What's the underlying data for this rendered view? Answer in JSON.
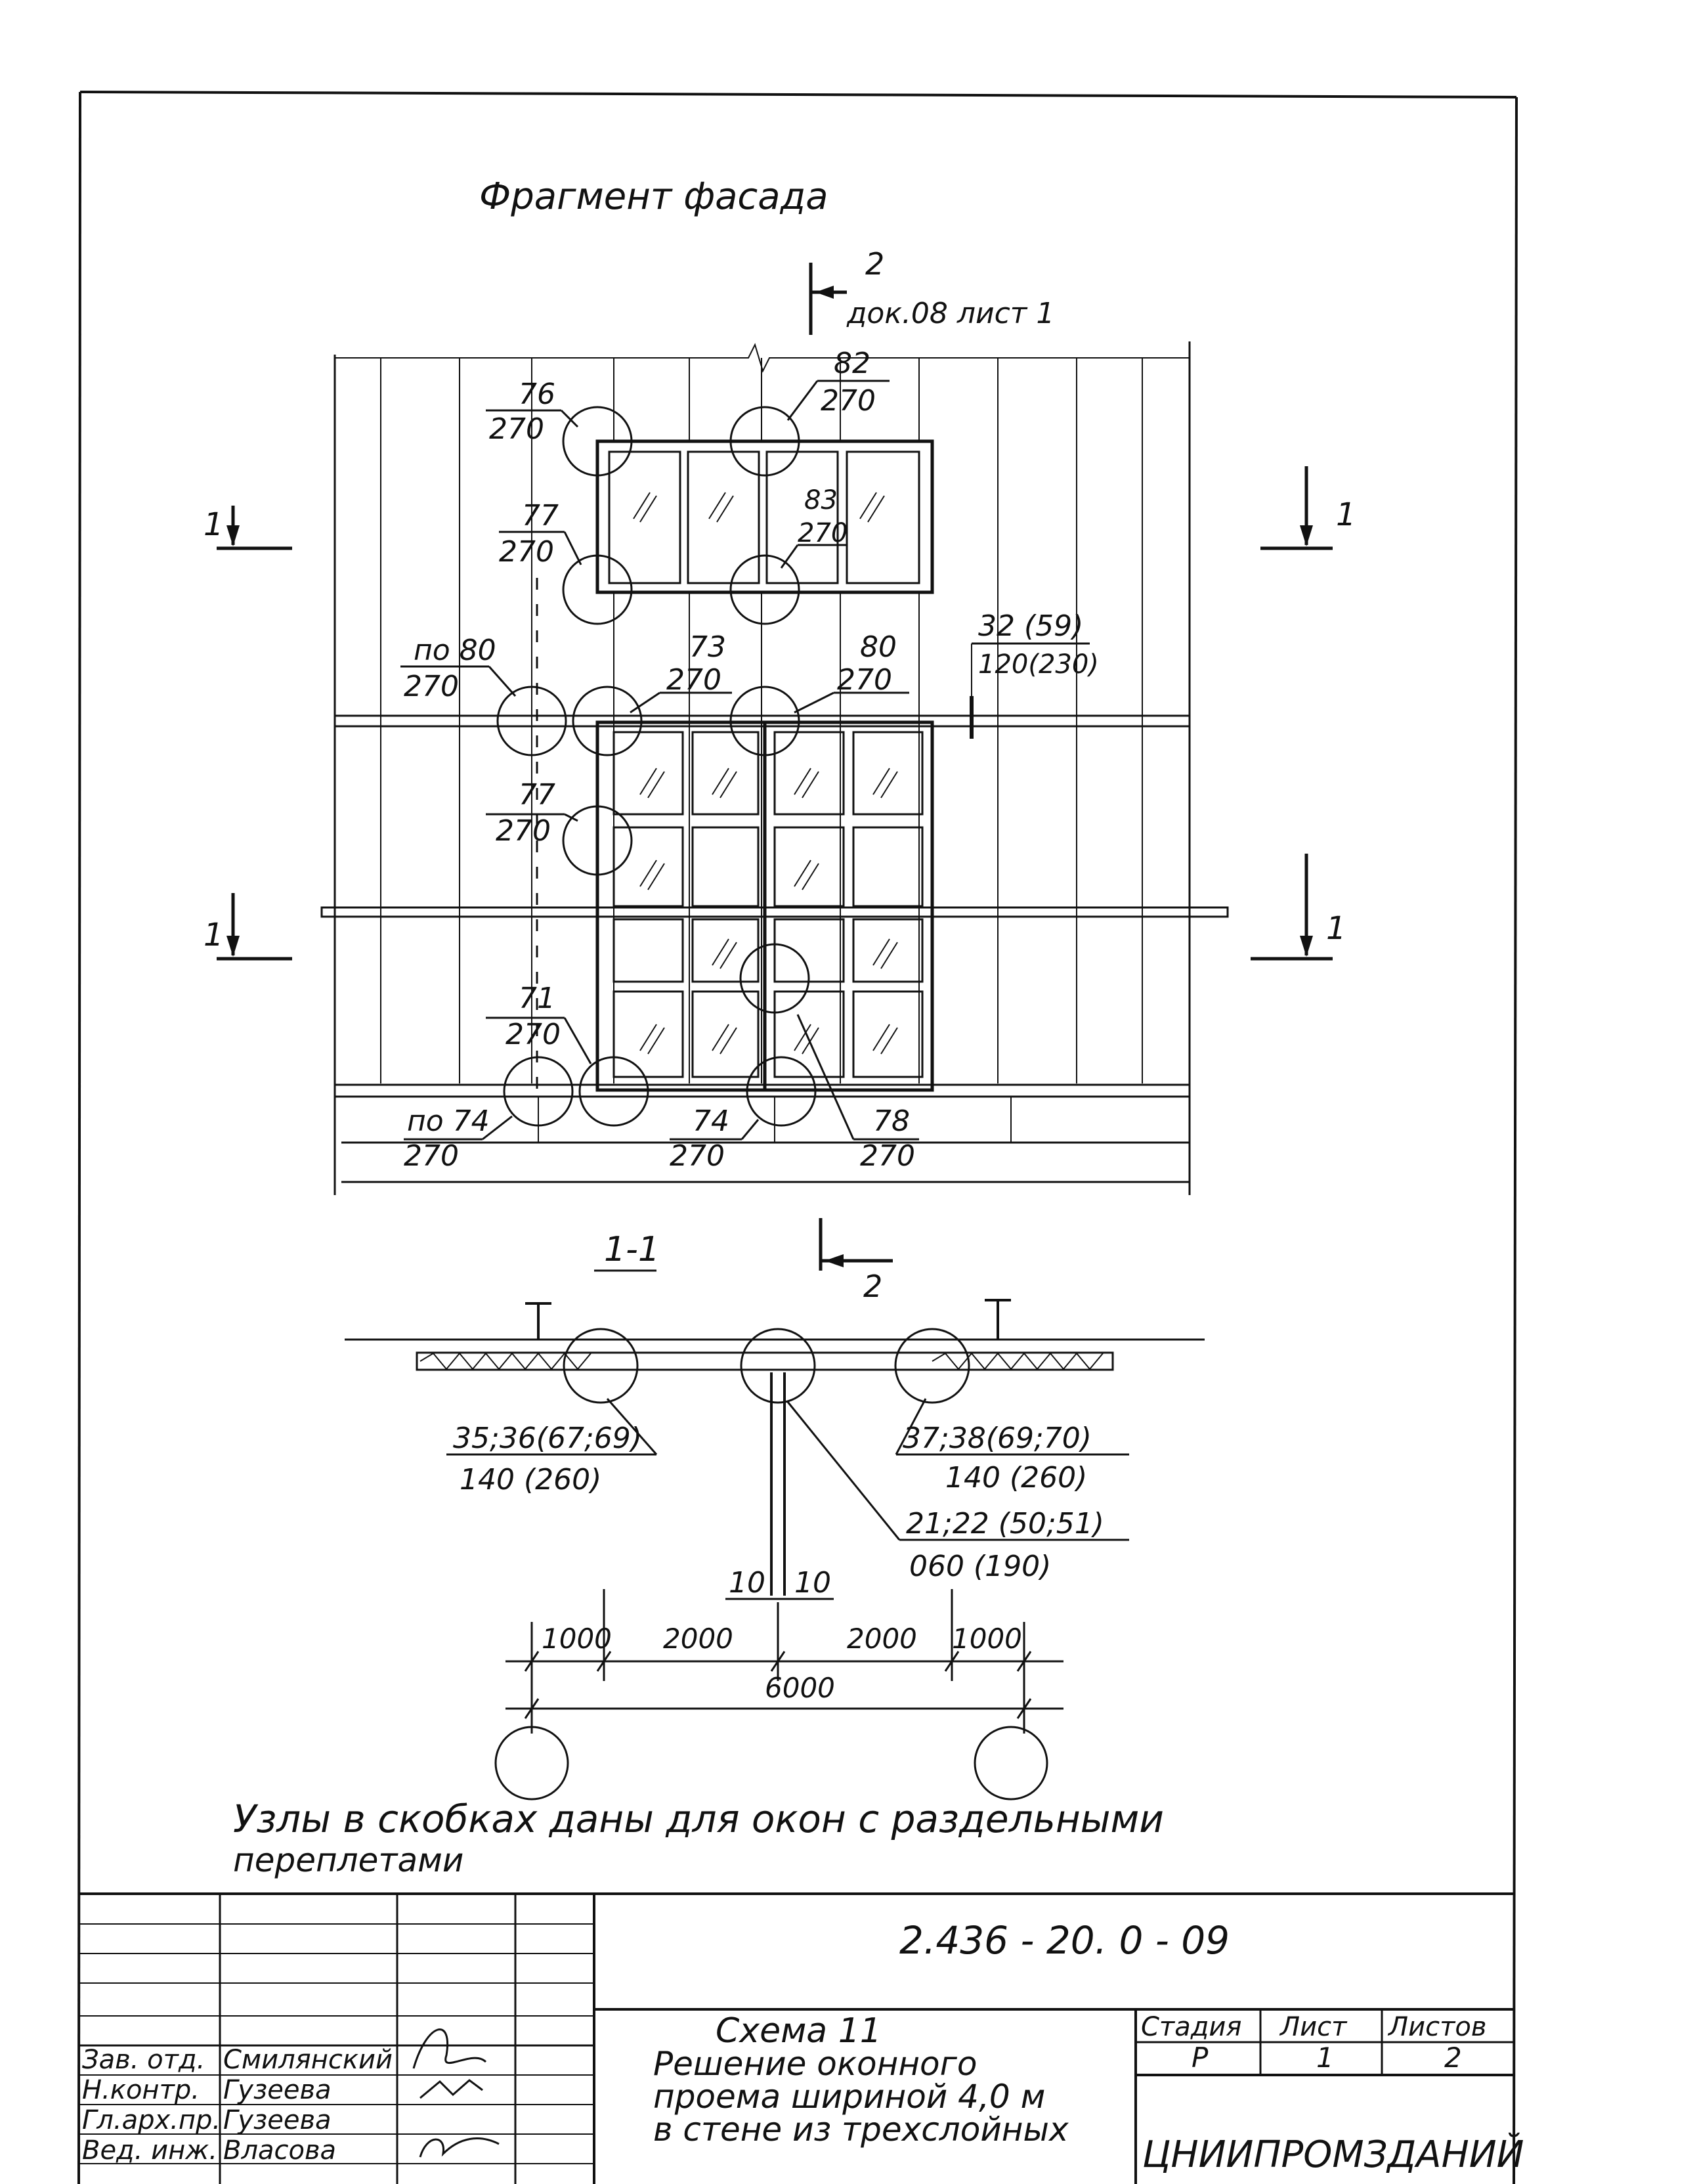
{
  "facade": {
    "title": "Фрагмент фасада",
    "section_ref_top": "2",
    "section_ref_note": "док.08 лист 1"
  },
  "section_marks": {
    "upper_left": "1",
    "upper_right": "1",
    "lower_left": "1",
    "lower_right": "1",
    "cut_mark_bottom": "2"
  },
  "node_labels": [
    {
      "top": "76",
      "bottom": "270"
    },
    {
      "top": "82",
      "bottom": "270"
    },
    {
      "top": "77",
      "bottom": "270"
    },
    {
      "top": "83",
      "bottom": "270"
    },
    {
      "top": "по 80",
      "bottom": "270"
    },
    {
      "top": "73",
      "bottom": "270"
    },
    {
      "top": "80",
      "bottom": "270"
    },
    {
      "top": "32 (59)",
      "bottom": "120(230)"
    },
    {
      "top": "77",
      "bottom": "270"
    },
    {
      "top": "71",
      "bottom": "270"
    },
    {
      "top": "по 74",
      "bottom": "270"
    },
    {
      "top": "74",
      "bottom": "270"
    },
    {
      "top": "78",
      "bottom": "270"
    }
  ],
  "section": {
    "title": "1-1",
    "left_label_top": "35;36(67;69)",
    "left_label_bottom": "140 (260)",
    "right_label_top": "37;38(69;70)",
    "right_label_bottom": "140 (260)",
    "mid_label_top": "21;22 (50;51)",
    "mid_label_bottom": "060 (190)",
    "dim_10_left": "10",
    "dim_10_right": "10",
    "dims": [
      "1000",
      "2000",
      "2000",
      "1000"
    ],
    "dim_total": "6000"
  },
  "note": {
    "line1": "Узлы в скобках даны для окон с раздельными",
    "line2": "переплетами"
  },
  "title_block": {
    "doc_code": "2.436 - 20. 0 - 09",
    "roles": [
      "Зав. отд.",
      "Н.контр.",
      "Гл.арх.пр.",
      "Вед. инж."
    ],
    "names": [
      "Смилянский",
      "Гузеева",
      "Гузеева",
      "Власова"
    ],
    "title_lines": [
      "Схема 11",
      "Решение оконного",
      "проема шириной 4,0 м",
      "в стене из трехслойных"
    ],
    "stage_header": "Стадия",
    "sheet_header": "Лист",
    "sheets_header": "Листов",
    "stage_value": "Р",
    "sheet_value": "1",
    "sheets_value": "2",
    "org": "ЦНИИПРОМЗДАНИЙ"
  }
}
